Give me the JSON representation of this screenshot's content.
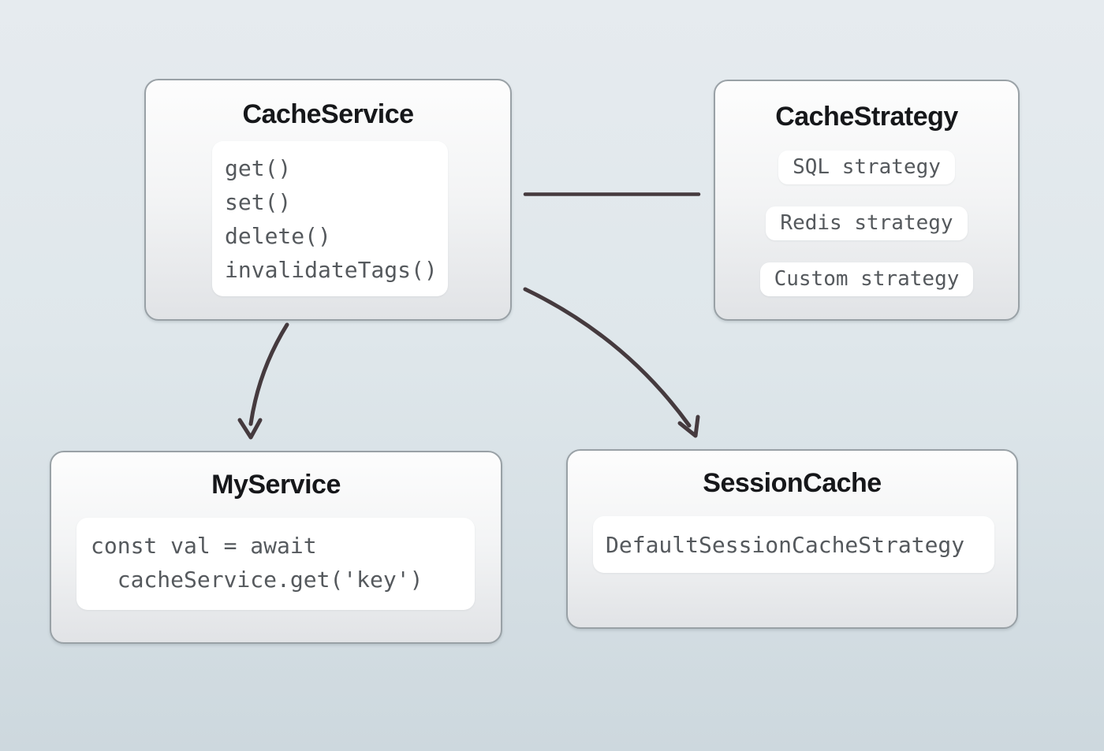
{
  "diagram": {
    "nodes": {
      "cache_service": {
        "title": "CacheService",
        "methods": [
          "get()",
          "set()",
          "delete()",
          "invalidateTags()"
        ]
      },
      "cache_strategy": {
        "title": "CacheStrategy",
        "strategies": [
          "SQL strategy",
          "Redis strategy",
          "Custom strategy"
        ]
      },
      "my_service": {
        "title": "MyService",
        "code_line_1": "const val = await",
        "code_line_2": "  cacheService.get('key')"
      },
      "session_cache": {
        "title": "SessionCache",
        "strategy": "DefaultSessionCacheStrategy"
      }
    },
    "edges": [
      {
        "from": "CacheService",
        "to": "CacheStrategy",
        "style": "plain-line"
      },
      {
        "from": "CacheService",
        "to": "MyService",
        "style": "curved-arrow"
      },
      {
        "from": "CacheService",
        "to": "SessionCache",
        "style": "curved-arrow"
      }
    ],
    "colors": {
      "background_top": "#e6ebef",
      "background_bottom": "#cdd8de",
      "box_border": "#99a1a6",
      "box_fill_top": "#fdfdfd",
      "box_fill_bottom": "#e1e3e6",
      "inset_panel": "#ffffff",
      "title_text": "#16171a",
      "code_text": "#55595d",
      "arrow": "#453a3e"
    }
  }
}
